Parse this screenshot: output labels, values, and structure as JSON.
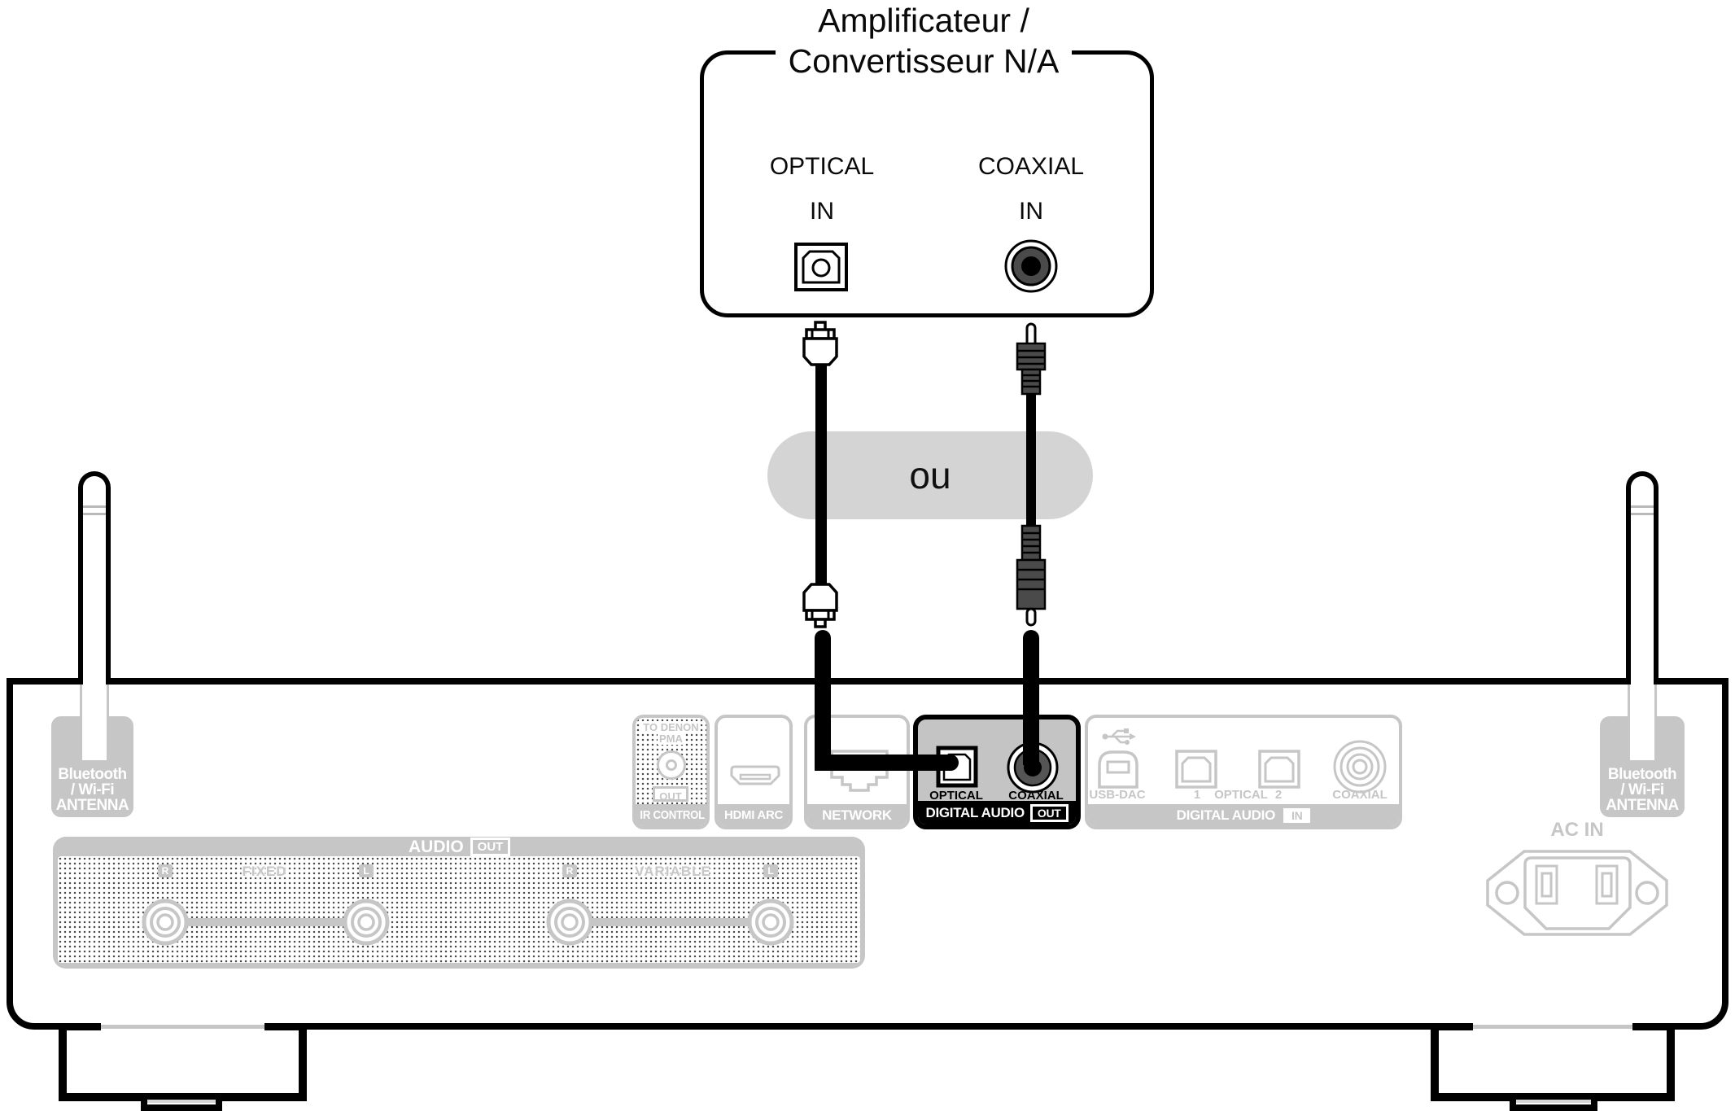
{
  "amp_box": {
    "title_line1": "Amplificateur /",
    "title_line2": "Convertisseur N/A",
    "optical_label": "OPTICAL",
    "optical_sub": "IN",
    "coaxial_label": "COAXIAL",
    "coaxial_sub": "IN"
  },
  "or_label": "ou",
  "rear_panel": {
    "antenna": {
      "line1": "Bluetooth",
      "line2": "/ Wi-Fi",
      "line3": "ANTENNA"
    },
    "ir_control": {
      "top_line1": "TO DENON",
      "top_line2": "PMA",
      "out_badge": "OUT",
      "label": "IR CONTROL"
    },
    "hdmi": {
      "label": "HDMI ARC"
    },
    "network": {
      "label": "NETWORK"
    },
    "digital_out": {
      "optical": "OPTICAL",
      "coaxial": "COAXIAL",
      "strip": "DIGITAL AUDIO",
      "badge": "OUT"
    },
    "digital_in": {
      "usb_dac": "USB-DAC",
      "opt_num1": "1",
      "optical": "OPTICAL",
      "opt_num2": "2",
      "coaxial": "COAXIAL",
      "strip": "DIGITAL AUDIO",
      "badge": "IN"
    },
    "audio_out": {
      "strip": "AUDIO",
      "badge": "OUT",
      "r_label": "R",
      "l_label": "L",
      "fixed": "FIXED",
      "variable": "VARIABLE"
    },
    "ac_in": "AC IN"
  }
}
